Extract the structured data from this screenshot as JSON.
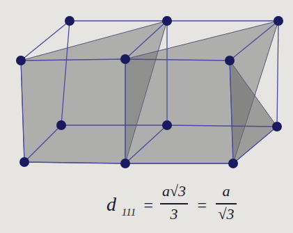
{
  "diagram": {
    "labels": [
      "d",
      "111",
      "=",
      "a√3",
      "3",
      "=",
      "a",
      "√3"
    ]
  }
}
